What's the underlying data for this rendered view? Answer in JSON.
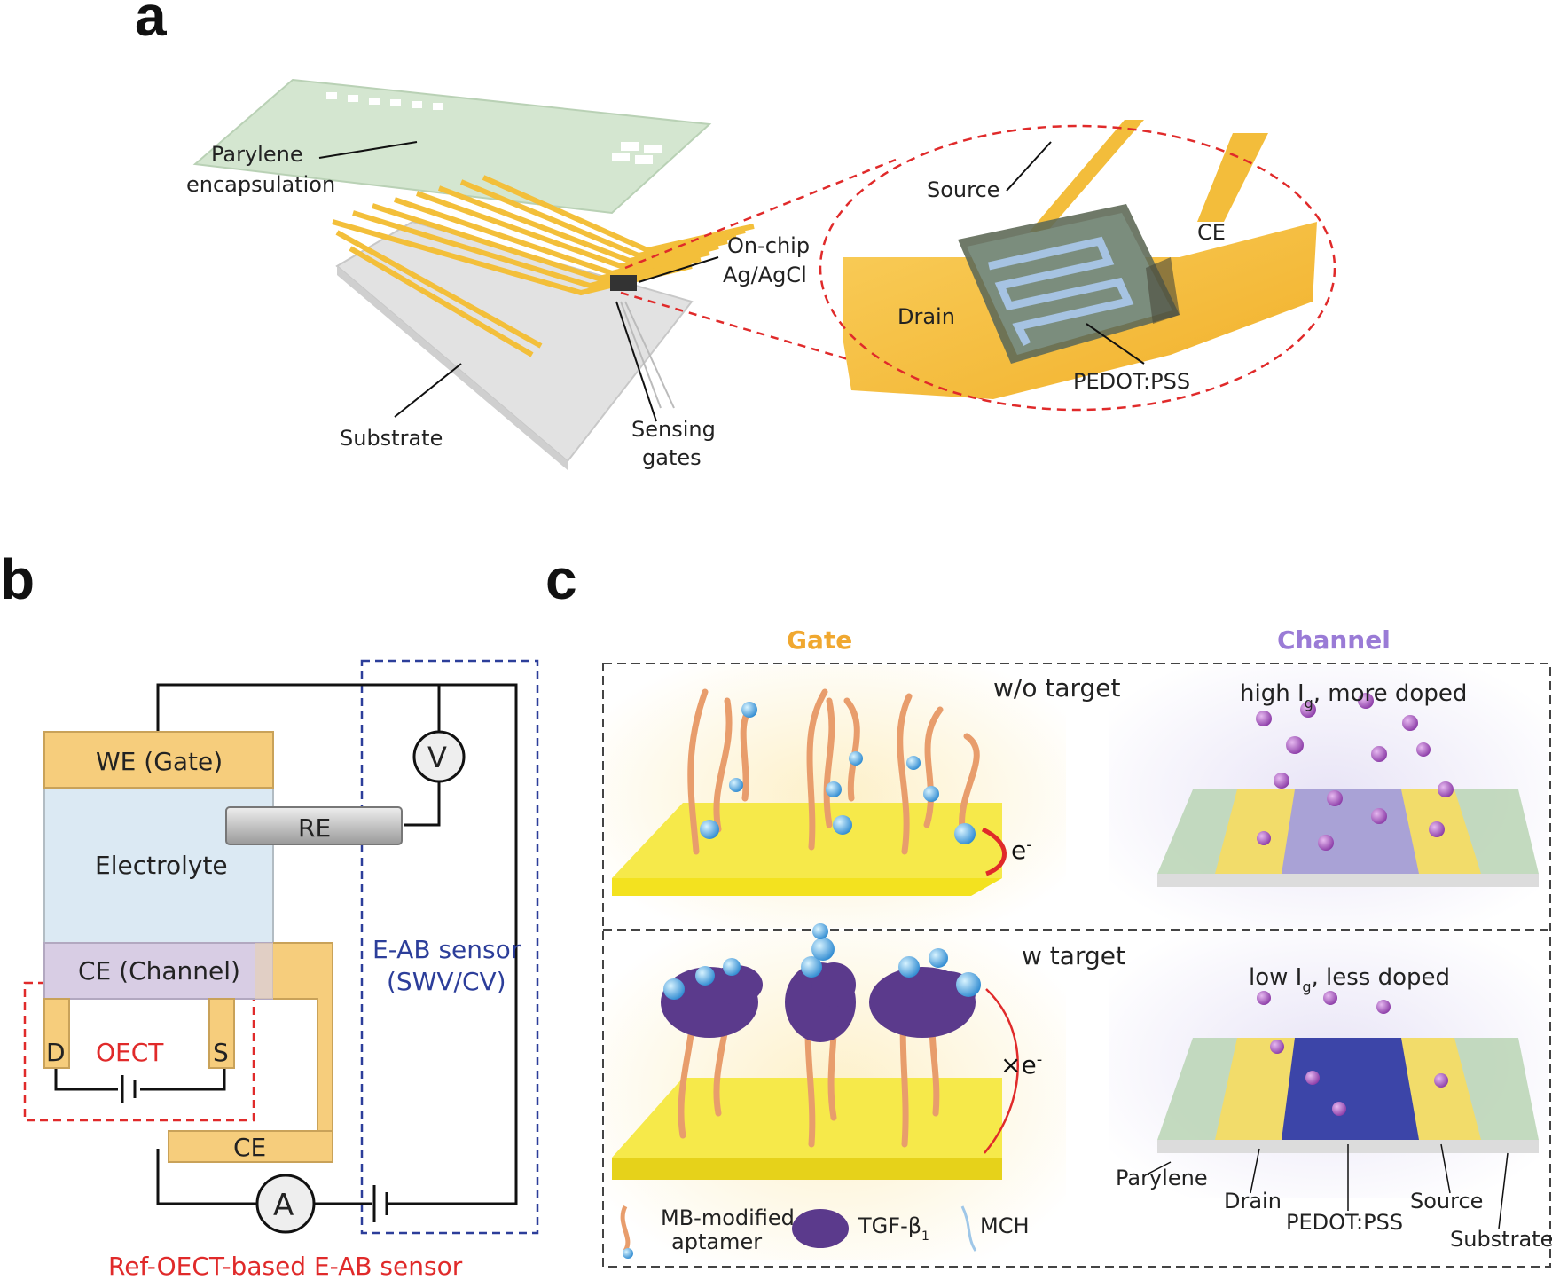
{
  "panels": {
    "a": "a",
    "b": "b",
    "c": "c"
  },
  "panel_a": {
    "parylene": [
      "Parylene",
      "encapsulation"
    ],
    "onchip": [
      "On-chip",
      "Ag/AgCl"
    ],
    "substrate": "Substrate",
    "sensing": [
      "Sensing",
      "gates"
    ],
    "source": "Source",
    "ce": "CE",
    "drain": "Drain",
    "pedot": "PEDOT:PSS"
  },
  "panel_b": {
    "we": "WE (Gate)",
    "electrolyte": "Electrolyte",
    "re": "RE",
    "ce_channel": "CE (Channel)",
    "d": "D",
    "s": "S",
    "oect": "OECT",
    "ce": "CE",
    "v": "V",
    "a": "A",
    "eab": [
      "E-AB sensor",
      "(SWV/CV)"
    ],
    "caption": "Ref-OECT-based E-AB sensor"
  },
  "panel_c": {
    "gate": "Gate",
    "channel": "Channel",
    "wo_target": "w/o target",
    "w_target": "w target",
    "high": "high I",
    "high_sub": "g",
    "high_rest": ", more doped",
    "low": "low I",
    "low_sub": "g",
    "low_rest": ", less doped",
    "e_minus": "e",
    "e_sup": "-",
    "x_e": "×e",
    "legend": {
      "mb": [
        "MB-modified",
        "aptamer"
      ],
      "tgf": "TGF-β",
      "tgf_sub": "1",
      "mch": "MCH"
    },
    "bottom_labels": {
      "parylene": "Parylene",
      "drain": "Drain",
      "pedot": "PEDOT:PSS",
      "source": "Source",
      "substrate": "Substrate"
    }
  },
  "colors": {
    "gold": "#f6c243",
    "orange_label": "#f0a830",
    "purple_label": "#9a7bd6",
    "red": "#e02a2a",
    "blue": "#2c3e9a",
    "gate_yellow": "#f3e21f"
  }
}
